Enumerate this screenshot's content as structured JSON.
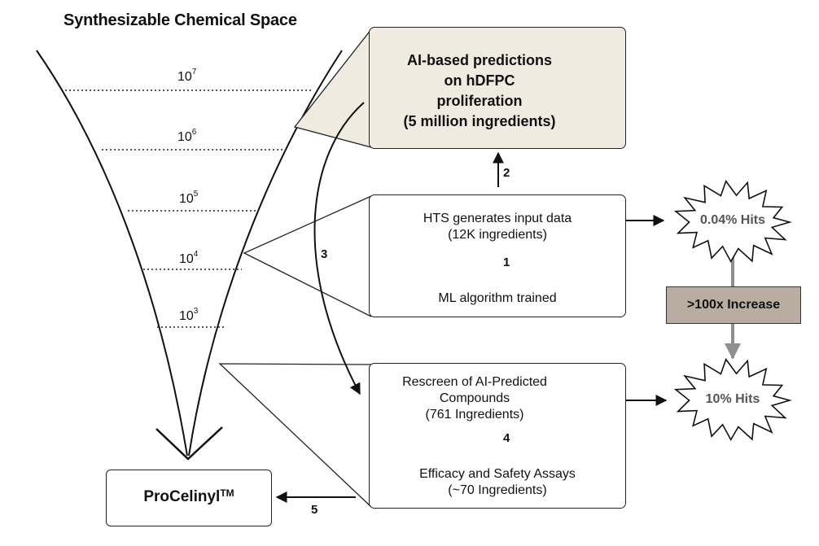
{
  "title": "Synthesizable Chemical Space",
  "funnel_levels": [
    {
      "base": "10",
      "exp": "7"
    },
    {
      "base": "10",
      "exp": "6"
    },
    {
      "base": "10",
      "exp": "5"
    },
    {
      "base": "10",
      "exp": "4"
    },
    {
      "base": "10",
      "exp": "3"
    }
  ],
  "ai_box": {
    "lines": [
      "AI-based predictions",
      "on hDFPC",
      "proliferation",
      "(5 million ingredients)"
    ],
    "icon": "brain-circuit-icon"
  },
  "hts_box": {
    "line1": "HTS generates input data",
    "line2": "(12K ingredients)",
    "line3": "ML algorithm trained"
  },
  "rescreen_box": {
    "line1": "Rescreen of AI-Predicted",
    "line2": "Compounds",
    "line3": "(761 Ingredients)",
    "line4": "Efficacy and Safety Assays",
    "line5": "(~70 Ingredients)",
    "icon": "cell-cluster-icon"
  },
  "product": {
    "name": "ProCelinyl",
    "mark": "TM"
  },
  "steps": {
    "s1": "1",
    "s2": "2",
    "s3": "3",
    "s4": "4",
    "s5": "5"
  },
  "hits_top": "0.04% Hits",
  "hits_bottom": "10% Hits",
  "increase": ">100x Increase",
  "colors": {
    "ai_fill": "#f0ebe1",
    "increase_fill": "#b8ada0",
    "gray_arrow": "#8f8f8f",
    "cell": "#f2b8a6"
  }
}
